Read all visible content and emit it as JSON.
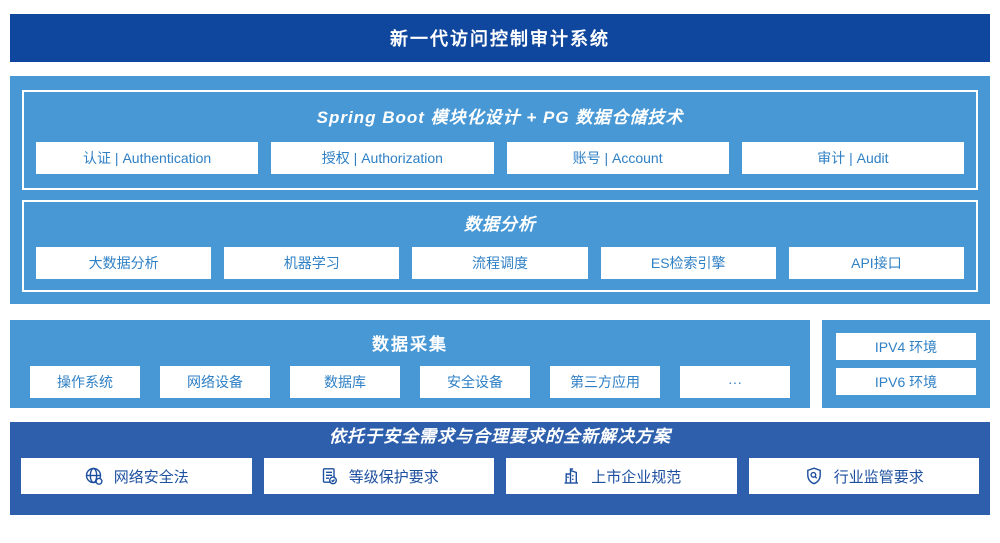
{
  "colors": {
    "banner_dark": "#10479E",
    "light_blue": "#4798D5",
    "solution_dark": "#2D5FAC",
    "module_text_blue": "#2F80C5",
    "law_text_blue": "#1D4F9F"
  },
  "banner": {
    "title": "新一代访问控制审计系统"
  },
  "platform": {
    "spring": {
      "title": "Spring Boot 模块化设计 + PG 数据仓储技术",
      "modules": [
        "认证 | Authentication",
        "授权 | Authorization",
        "账号 | Account",
        "审计 | Audit"
      ]
    },
    "analysis": {
      "title": "数据分析",
      "modules": [
        "大数据分析",
        "机器学习",
        "流程调度",
        "ES检索引擎",
        "API接口"
      ]
    }
  },
  "collection": {
    "title": "数据采集",
    "sources": [
      "操作系统",
      "网络设备",
      "数据库",
      "安全设备",
      "第三方应用",
      "···"
    ]
  },
  "environments": {
    "items": [
      "IPV4 环境",
      "IPV6 环境"
    ]
  },
  "solution": {
    "title": "依托于安全需求与合理要求的全新解决方案",
    "items": [
      {
        "icon": "globe-icon",
        "label": "网络安全法"
      },
      {
        "icon": "document-check-icon",
        "label": "等级保护要求"
      },
      {
        "icon": "building-icon",
        "label": "上市企业规范"
      },
      {
        "icon": "shield-search-icon",
        "label": "行业监管要求"
      }
    ]
  }
}
